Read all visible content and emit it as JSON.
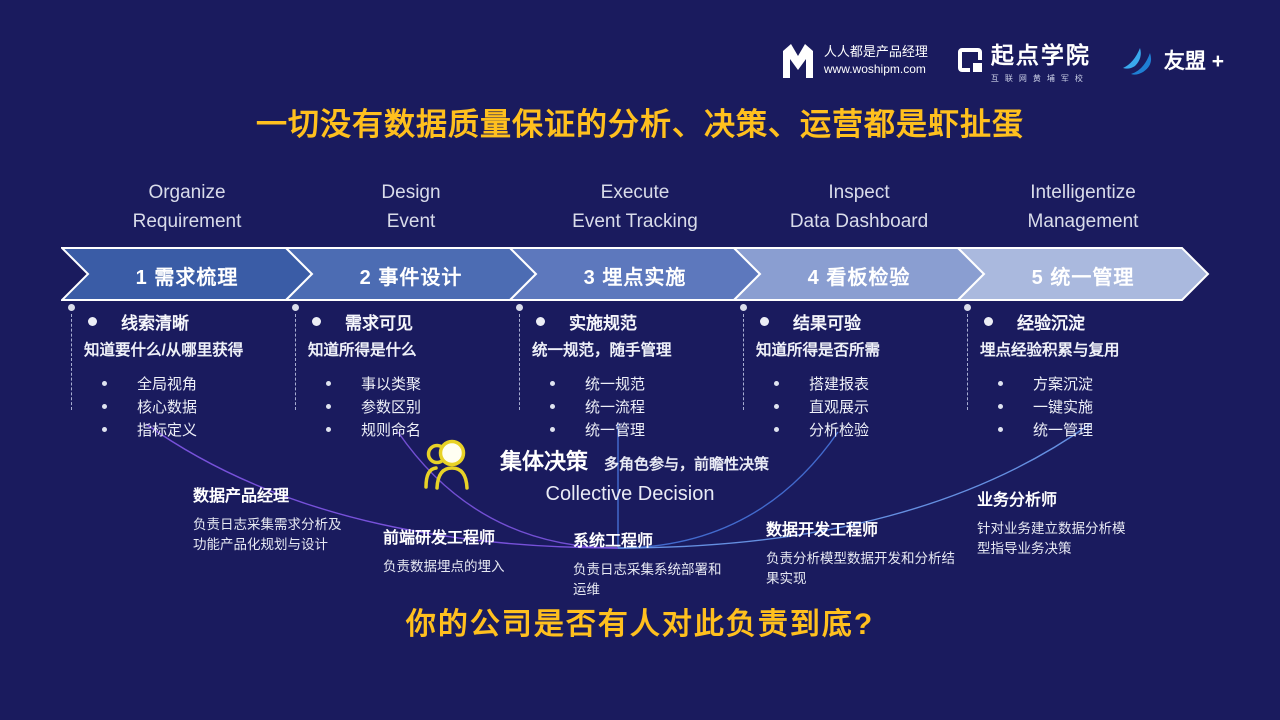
{
  "colors": {
    "background": "#1a1b5e",
    "accent_yellow": "#ffc01e",
    "arc_purple": "#8258e8",
    "arc_blue": "#4a78e0",
    "umeng_blue": "#2f9fe8"
  },
  "logos": {
    "woshipm": {
      "name": "人人都是产品经理",
      "url": "www.woshipm.com"
    },
    "qidian": {
      "name": "起点学院",
      "sub": "互联网黄埔军校"
    },
    "umeng": {
      "name": "友盟 +"
    }
  },
  "title": "一切没有数据质量保证的分析、决策、运营都是虾扯蛋",
  "columns": [
    {
      "en_line1": "Organize",
      "en_line2": "Requirement",
      "step": "1 需求梳理",
      "chevron_color": "#3a5ca6",
      "head": "线索清晰",
      "sub": "知道要什么/从哪里获得",
      "items": [
        "全局视角",
        "核心数据",
        "指标定义"
      ]
    },
    {
      "en_line1": "Design",
      "en_line2": "Event",
      "step": "2 事件设计",
      "chevron_color": "#4c6cb3",
      "head": "需求可见",
      "sub": "知道所得是什么",
      "items": [
        "事以类聚",
        "参数区别",
        "规则命名"
      ]
    },
    {
      "en_line1": "Execute",
      "en_line2": "Event Tracking",
      "step": "3 埋点实施",
      "chevron_color": "#5d78bd",
      "head": "实施规范",
      "sub": "统一规范，随手管理",
      "items": [
        "统一规范",
        "统一流程",
        "统一管理"
      ]
    },
    {
      "en_line1": "Inspect",
      "en_line2": "Data Dashboard",
      "step": "4 看板检验",
      "chevron_color": "#8a9ed1",
      "head": "结果可验",
      "sub": "知道所得是否所需",
      "items": [
        "搭建报表",
        "直观展示",
        "分析检验"
      ]
    },
    {
      "en_line1": "Intelligentize",
      "en_line2": "Management",
      "step": "5 统一管理",
      "chevron_color": "#aab9de",
      "head": "经验沉淀",
      "sub": "埋点经验积累与复用",
      "items": [
        "方案沉淀",
        "一键实施",
        "统一管理"
      ]
    }
  ],
  "center": {
    "title": "集体决策",
    "subtitle": "多角色参与，前瞻性决策",
    "en": "Collective Decision"
  },
  "roles": [
    {
      "name": "数据产品经理",
      "desc": "负责日志采集需求分析及功能产品化规划与设计"
    },
    {
      "name": "前端研发工程师",
      "desc": "负责数据埋点的埋入"
    },
    {
      "name": "系统工程师",
      "desc": "负责日志采集系统部署和运维"
    },
    {
      "name": "数据开发工程师",
      "desc": "负责分析模型数据开发和分析结果实现"
    },
    {
      "name": "业务分析师",
      "desc": "针对业务建立数据分析模型指导业务决策"
    }
  ],
  "footer": {
    "question": "你的公司是否有人对此负责到底?"
  }
}
